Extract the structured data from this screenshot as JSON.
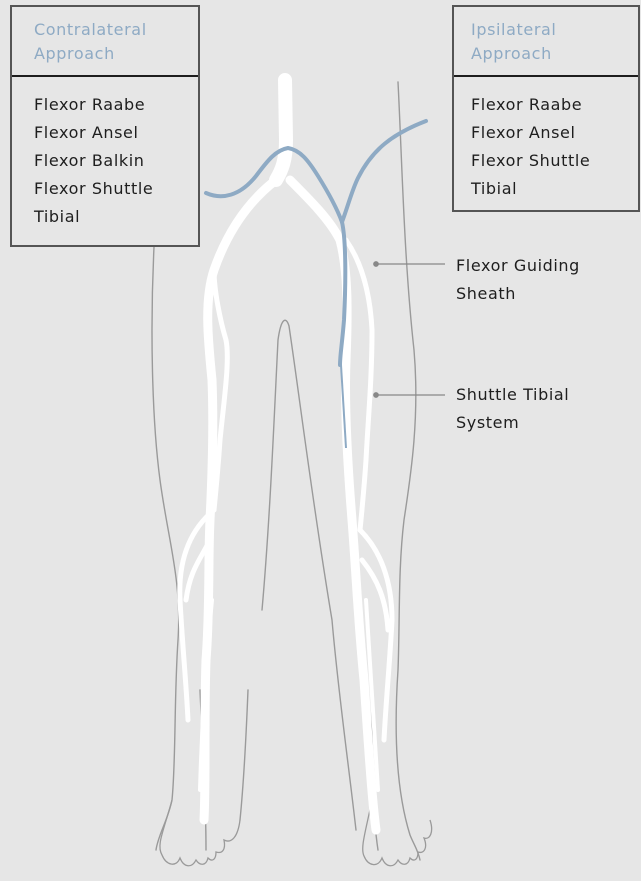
{
  "contralateral": {
    "title_line1": "Contralateral",
    "title_line2": "Approach",
    "items": [
      "Flexor Raabe",
      "Flexor Ansel",
      "Flexor Balkin",
      "Flexor Shuttle",
      "Tibial"
    ]
  },
  "ipsilateral": {
    "title_line1": "Ipsilateral",
    "title_line2": "Approach",
    "items": [
      "Flexor Raabe",
      "Flexor Ansel",
      "Flexor Shuttle",
      "Tibial"
    ]
  },
  "callouts": {
    "sheath_line1": "Flexor Guiding",
    "sheath_line2": "Sheath",
    "tibial_line1": "Shuttle Tibial",
    "tibial_line2": "System"
  },
  "colors": {
    "background": "#e6e6e6",
    "vessel": "#ffffff",
    "catheter": "#8eaac4",
    "outline": "#9a9a9a",
    "text": "#1e1e1e",
    "heading": "#8eaac4"
  }
}
